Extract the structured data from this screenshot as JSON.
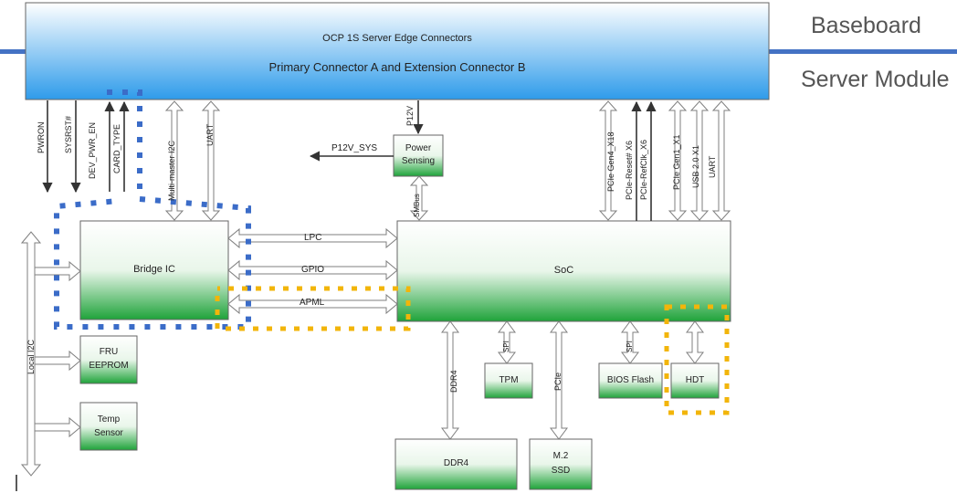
{
  "regions": {
    "baseboard": "Baseboard",
    "server_module": "Server Module"
  },
  "connector": {
    "title": "OCP 1S Server Edge Connectors",
    "subtitle": "Primary Connector A and Extension Connector B"
  },
  "blocks": {
    "bridge_ic": "Bridge IC",
    "soc": "SoC",
    "power_sensing": [
      "Power",
      "Sensing"
    ],
    "fru": [
      "FRU",
      "EEPROM"
    ],
    "temp": [
      "Temp",
      "Sensor"
    ],
    "tpm": "TPM",
    "bios_flash": "BIOS Flash",
    "hdt": "HDT",
    "ddr4": "DDR4",
    "m2": [
      "M.2",
      "SSD"
    ]
  },
  "signals": {
    "pwron": "PWRON",
    "sysrst": "SYSRST#",
    "dev_pwr_en": "DEV_PWR_EN",
    "card_type": "CARD_TYPE",
    "multi_master_i2c": "Multi-master I2C",
    "uart_left": "UART",
    "p12v": "P12V",
    "p12v_sys": "P12V_SYS",
    "smbus": "SMBus",
    "pcie_gen4": "PCIe Gen4_X18",
    "pcie_reset": "PCIe-Reset# X6",
    "pcie_refclk": "PCIe-RefClk_X6",
    "pcie_gen1": "PCIe Gen1_X1",
    "usb": "USB 2.0 X1",
    "uart_right": "UART",
    "lpc": "LPC",
    "gpio": "GPIO",
    "apml": "APML",
    "local_i2c": "Local I2C",
    "spi_tpm": "SPI",
    "spi_bios": "SPI",
    "ddr4_bus": "DDR4",
    "pcie_m2": "PCIe"
  },
  "colors": {
    "separator": "#4472c4",
    "blue_dots": "#3b6cc8",
    "yellow_dots": "#f2b50a",
    "green_top": "#ffffff",
    "green_bottom": "#1fa33a",
    "blue_top": "#ffffff",
    "blue_bottom": "#2e9bea"
  }
}
